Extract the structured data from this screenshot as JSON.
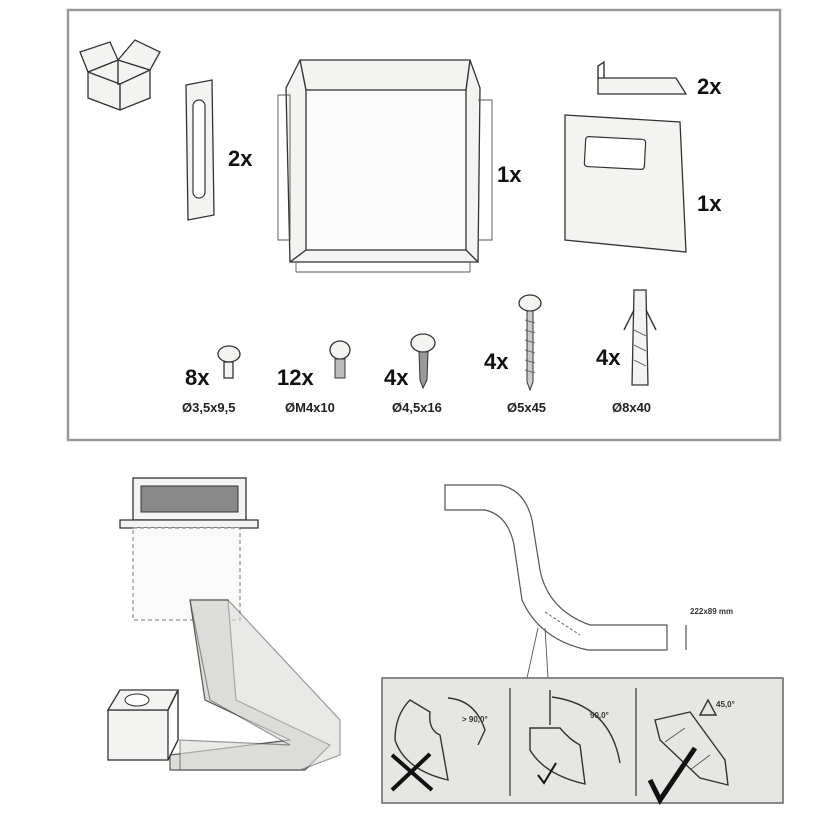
{
  "parts": {
    "handle_qty": "2x",
    "frame_qty": "1x",
    "bracket_qty": "2x",
    "cover_plate_qty": "1x"
  },
  "screws": [
    {
      "qty": "8x",
      "size": "Ø3,5x9,5"
    },
    {
      "qty": "12x",
      "size": "ØM4x10"
    },
    {
      "qty": "4x",
      "size": "Ø4,5x16"
    },
    {
      "qty": "4x",
      "size": "Ø5x45"
    },
    {
      "qty": "4x",
      "size": "Ø8x40"
    }
  ],
  "duct": {
    "dimension": "222x89 mm"
  },
  "bends": [
    {
      "label": "> 90,0°",
      "status": "wrong"
    },
    {
      "label": "90,0°",
      "status": "ok"
    },
    {
      "label": "45,0°",
      "status": "best"
    }
  ]
}
